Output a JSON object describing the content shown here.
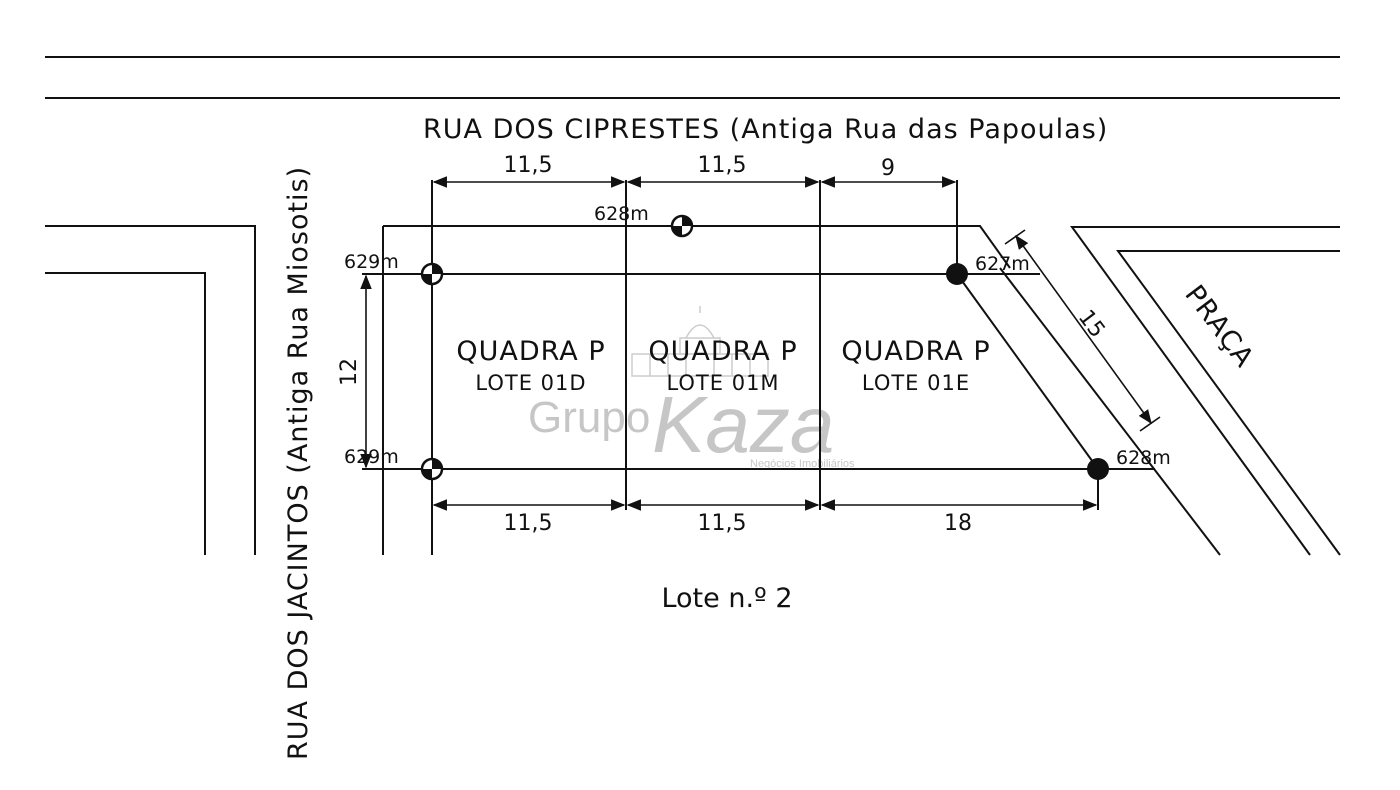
{
  "streets": {
    "top": "RUA DOS CIPRESTES (Antiga Rua das Papoulas)",
    "left": "RUA DOS JACINTOS (Antiga Rua Miosotis)",
    "right_area": "PRAÇA"
  },
  "dimensions": {
    "top_1": "11,5",
    "top_2": "11,5",
    "top_3": "9",
    "bottom_1": "11,5",
    "bottom_2": "11,5",
    "bottom_3": "18",
    "left_height": "12",
    "diagonal": "15"
  },
  "elevations": {
    "top_left": "629m",
    "bottom_left": "629m",
    "top_middle": "628m",
    "top_right": "627m",
    "bottom_right": "628m"
  },
  "lots": [
    {
      "quadra": "QUADRA P",
      "lote": "LOTE 01D"
    },
    {
      "quadra": "QUADRA P",
      "lote": "LOTE 01M"
    },
    {
      "quadra": "QUADRA P",
      "lote": "LOTE 01E"
    }
  ],
  "footer_label": "Lote n.º 2",
  "watermark": {
    "word_1": "Grupo",
    "word_2": "Kaza",
    "tagline": "Negócios Imobiliários",
    "color": "#bdbdbd"
  }
}
